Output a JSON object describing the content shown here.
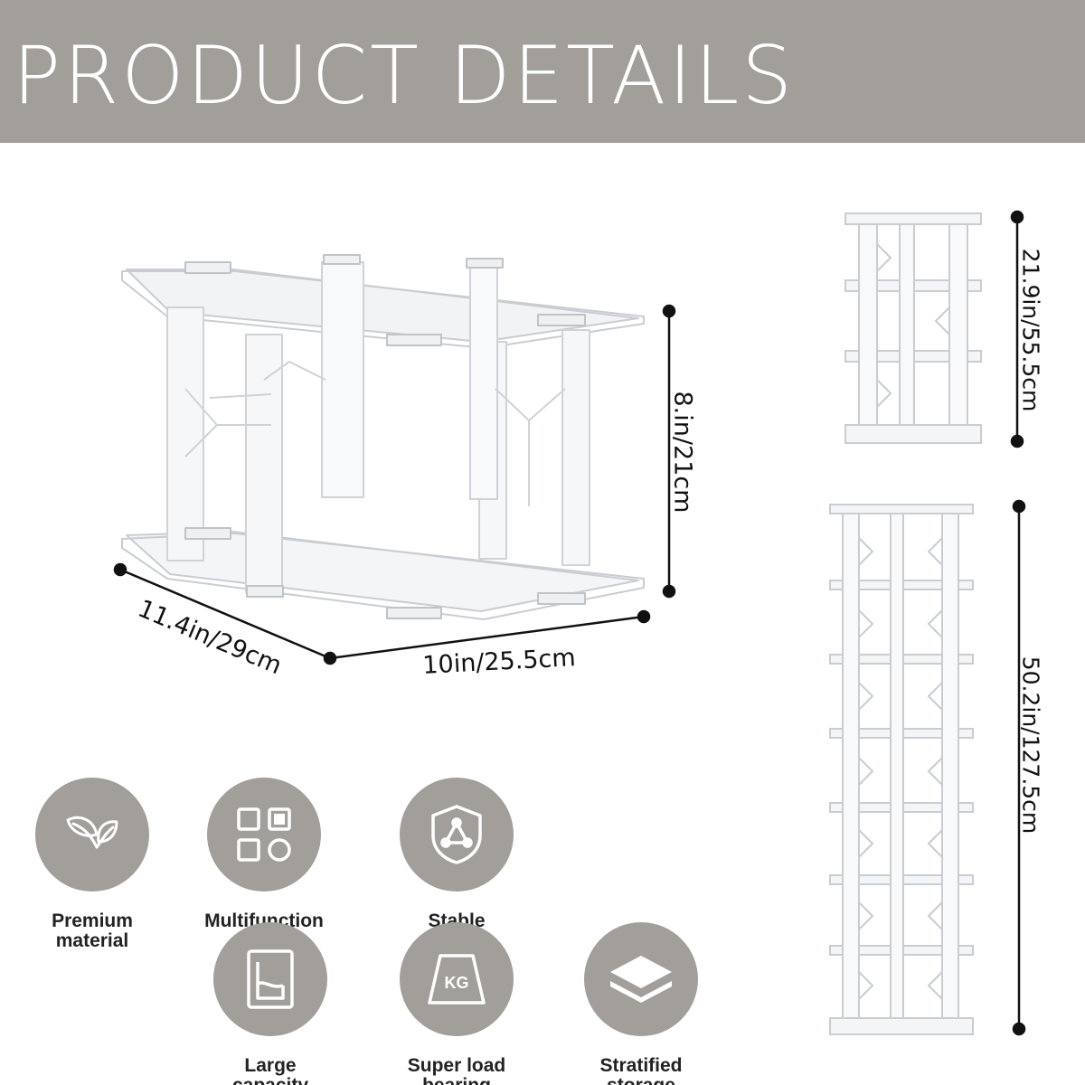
{
  "header": {
    "title": "PRODUCT DETAILS"
  },
  "dimensions": {
    "height": "8.in/21cm",
    "depth": "11.4in/29cm",
    "width": "10in/25.5cm",
    "tower_3_tier_height": "21.9in/55.5cm",
    "tower_7_tier_height": "50.2in/127.5cm"
  },
  "features": [
    {
      "label_line1": "Premium",
      "label_line2": "material",
      "icon": "leaf-icon"
    },
    {
      "label_line1": "Multifunction",
      "label_line2": "",
      "icon": "grid-icon"
    },
    {
      "label_line1": "Stable",
      "label_line2": "",
      "icon": "shield-icon"
    },
    {
      "label_line1": "Large",
      "label_line2": "capacity",
      "icon": "capacity-icon"
    },
    {
      "label_line1": "Super load",
      "label_line2": "bearing",
      "icon": "weight-kg-icon"
    },
    {
      "label_line1": "Stratified",
      "label_line2": "storage",
      "icon": "layers-icon"
    }
  ],
  "icon_kg_text": "KG",
  "colors": {
    "banner": "#a29e9a",
    "icon_circle": "#a29e9a",
    "icon_stroke": "#ffffff",
    "text": "#222222"
  }
}
